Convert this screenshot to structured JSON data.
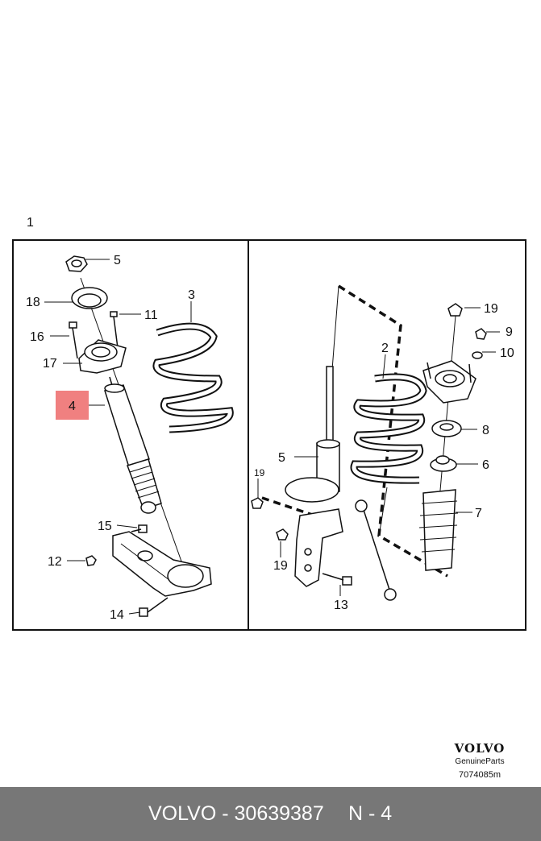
{
  "diagram": {
    "group_label": "1",
    "highlighted_callout": "4",
    "highlight_color": "#f08080",
    "callouts": {
      "c2": "2",
      "c3": "3",
      "c4": "4",
      "c5a": "5",
      "c5b": "5",
      "c6": "6",
      "c7": "7",
      "c8": "8",
      "c9": "9",
      "c10": "10",
      "c11": "11",
      "c12": "12",
      "c13": "13",
      "c14": "14",
      "c15": "15",
      "c16": "16",
      "c17": "17",
      "c18": "18",
      "c19a": "19",
      "c19b": "19",
      "c19c": "19"
    }
  },
  "brand": {
    "logo": "VOLVO",
    "subtitle": "GenuineParts",
    "code": "7074085m"
  },
  "footer": {
    "brand": "VOLVO - 30639387",
    "page": "N - 4"
  }
}
